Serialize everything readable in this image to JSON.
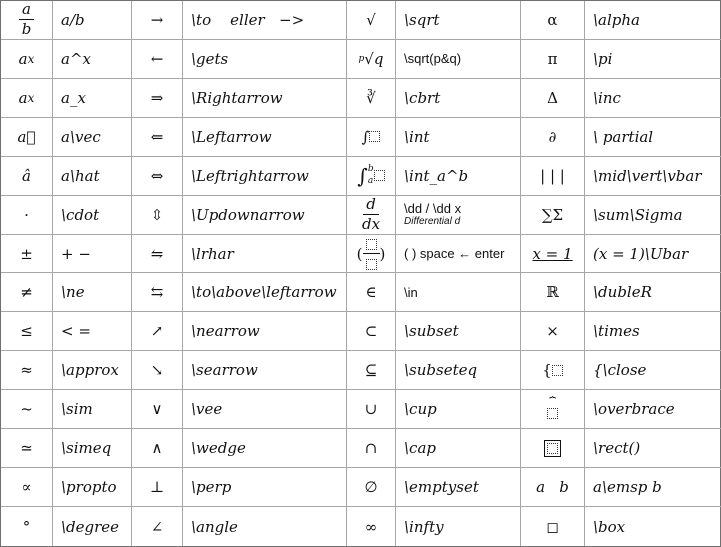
{
  "rows": [
    [
      {
        "sym": "a/b-frac",
        "cmd": "a/b"
      },
      {
        "sym": "→",
        "cmd": "\\to    eller   −>"
      },
      {
        "sym": "√",
        "cmd": "\\sqrt"
      },
      {
        "sym": "α",
        "cmd": "\\alpha"
      }
    ],
    [
      {
        "sym": "a^x",
        "cmd": "a^x"
      },
      {
        "sym": "←",
        "cmd": "\\gets"
      },
      {
        "sym": "p-root-q",
        "cmd": "\\sqrt(p&q)"
      },
      {
        "sym": "π",
        "cmd": "\\pi"
      }
    ],
    [
      {
        "sym": "a_x",
        "cmd": "a_x"
      },
      {
        "sym": "⇒",
        "cmd": "\\Rightarrow"
      },
      {
        "sym": "∛",
        "cmd": "\\cbrt"
      },
      {
        "sym": "Δ",
        "cmd": "\\inc"
      }
    ],
    [
      {
        "sym": "a⃗",
        "cmd": "a\\vec"
      },
      {
        "sym": "⇐",
        "cmd": "\\Leftarrow"
      },
      {
        "sym": "∫⬚",
        "cmd": "\\int"
      },
      {
        "sym": "∂",
        "cmd": "\\ partial"
      }
    ],
    [
      {
        "sym": "â",
        "cmd": "a\\hat"
      },
      {
        "sym": "⇔",
        "cmd": "\\Leftrightarrow"
      },
      {
        "sym": "∫ₐᵇ⬚",
        "cmd": "\\int_a^b"
      },
      {
        "sym": "| | |",
        "cmd": "\\mid\\vert\\vbar"
      }
    ],
    [
      {
        "sym": "·",
        "cmd": "\\cdot"
      },
      {
        "sym": "⇳",
        "cmd": "\\Updownarrow"
      },
      {
        "sym": "d/dx",
        "cmd": "\\dd / \\dd x",
        "note": "Differential d"
      },
      {
        "sym": "∑Σ",
        "cmd": "\\sum\\Sigma"
      }
    ],
    [
      {
        "sym": "±",
        "cmd": "+ −"
      },
      {
        "sym": "⇋",
        "cmd": "\\lrhar"
      },
      {
        "sym": "(⬚/⬚)",
        "cmd": "( ) space ← enter"
      },
      {
        "sym": "x = 1",
        "cmd": "(x = 1)\\Ubar"
      }
    ],
    [
      {
        "sym": "≠",
        "cmd": "\\ne"
      },
      {
        "sym": "⇆",
        "cmd": "\\to\\above\\leftarrow"
      },
      {
        "sym": "∈",
        "cmd": "\\in"
      },
      {
        "sym": "ℝ",
        "cmd": "\\dubleR"
      }
    ],
    [
      {
        "sym": "≤",
        "cmd": "< ="
      },
      {
        "sym": "↗",
        "cmd": "\\nearrow"
      },
      {
        "sym": "⊂",
        "cmd": "\\subset"
      },
      {
        "sym": "×",
        "cmd": "\\times"
      }
    ],
    [
      {
        "sym": "≈",
        "cmd": "\\approx"
      },
      {
        "sym": "↘",
        "cmd": "\\searrow"
      },
      {
        "sym": "⊆",
        "cmd": "\\subseteq"
      },
      {
        "sym": "{⬚",
        "cmd": "{\\close"
      }
    ],
    [
      {
        "sym": "~",
        "cmd": "\\sim"
      },
      {
        "sym": "∨",
        "cmd": "\\vee"
      },
      {
        "sym": "∪",
        "cmd": "\\cup"
      },
      {
        "sym": "⏞⬚",
        "cmd": "\\overbrace"
      }
    ],
    [
      {
        "sym": "≃",
        "cmd": "\\simeq"
      },
      {
        "sym": "∧",
        "cmd": "\\wedge"
      },
      {
        "sym": "∩",
        "cmd": "\\cap"
      },
      {
        "sym": "[⬚]",
        "cmd": "\\rect()"
      }
    ],
    [
      {
        "sym": "∝",
        "cmd": "\\propto"
      },
      {
        "sym": "⊥",
        "cmd": "\\perp"
      },
      {
        "sym": "∅",
        "cmd": "\\emptyset"
      },
      {
        "sym": "a   b",
        "cmd": "a\\emsp b"
      }
    ],
    [
      {
        "sym": "°",
        "cmd": "\\degree"
      },
      {
        "sym": "∠",
        "cmd": "\\angle"
      },
      {
        "sym": "∞",
        "cmd": "\\infty"
      },
      {
        "sym": "◻",
        "cmd": "\\box"
      }
    ]
  ]
}
